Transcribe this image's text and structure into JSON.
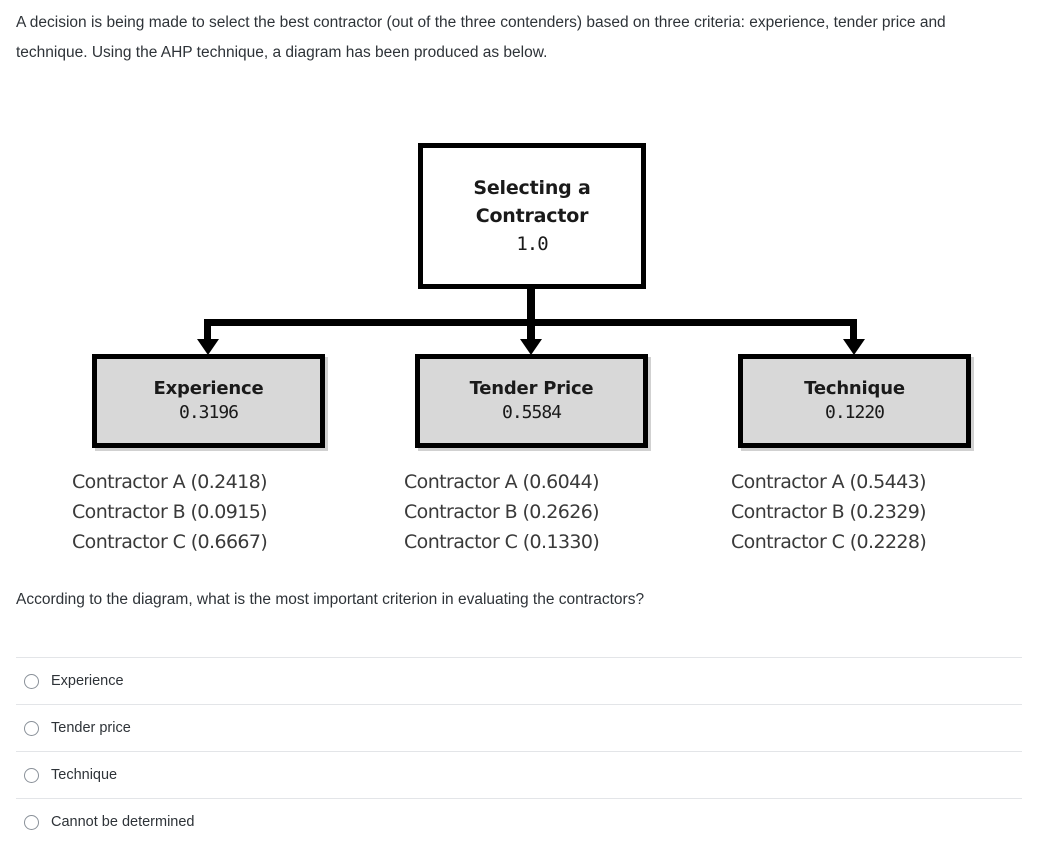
{
  "intro": "A decision is being made to select the best contractor (out of the three contenders) based on three criteria: experience, tender price and technique. Using the AHP technique, a diagram has been produced as below.",
  "diagram": {
    "goal": {
      "title_line1": "Selecting a",
      "title_line2": "Contractor",
      "weight": "1.0"
    },
    "criteria": [
      {
        "label": "Experience",
        "weight": "0.3196"
      },
      {
        "label": "Tender Price",
        "weight": "0.5584"
      },
      {
        "label": "Technique",
        "weight": "0.1220"
      }
    ],
    "alternatives": [
      {
        "rows": [
          "Contractor A (0.2418)",
          "Contractor B (0.0915)",
          "Contractor C (0.6667)"
        ]
      },
      {
        "rows": [
          "Contractor A (0.6044)",
          "Contractor B (0.2626)",
          "Contractor C (0.1330)"
        ]
      },
      {
        "rows": [
          "Contractor A (0.5443)",
          "Contractor B (0.2329)",
          "Contractor C (0.2228)"
        ]
      }
    ]
  },
  "question": "According to the diagram, what is the most important criterion in evaluating the contractors?",
  "options": [
    {
      "label": "Experience"
    },
    {
      "label": "Tender price"
    },
    {
      "label": "Technique"
    },
    {
      "label": "Cannot be determined"
    }
  ],
  "chart_data": {
    "type": "diagram",
    "title": "Selecting a Contractor",
    "hierarchy": "AHP decision tree",
    "goal_weight": 1.0,
    "criteria": [
      "Experience",
      "Tender Price",
      "Technique"
    ],
    "criteria_weights": [
      0.3196,
      0.5584,
      0.122
    ],
    "alternatives": [
      "Contractor A",
      "Contractor B",
      "Contractor C"
    ],
    "local_priorities": {
      "Experience": [
        0.2418,
        0.0915,
        0.6667
      ],
      "Tender Price": [
        0.6044,
        0.2626,
        0.133
      ],
      "Technique": [
        0.5443,
        0.2329,
        0.2228
      ]
    }
  },
  "colors": {
    "node_border": "#000000",
    "criteria_fill": "#d8d8d8",
    "goal_fill": "#ffffff",
    "text": "#2e3338",
    "separator": "#e3e5e8"
  }
}
